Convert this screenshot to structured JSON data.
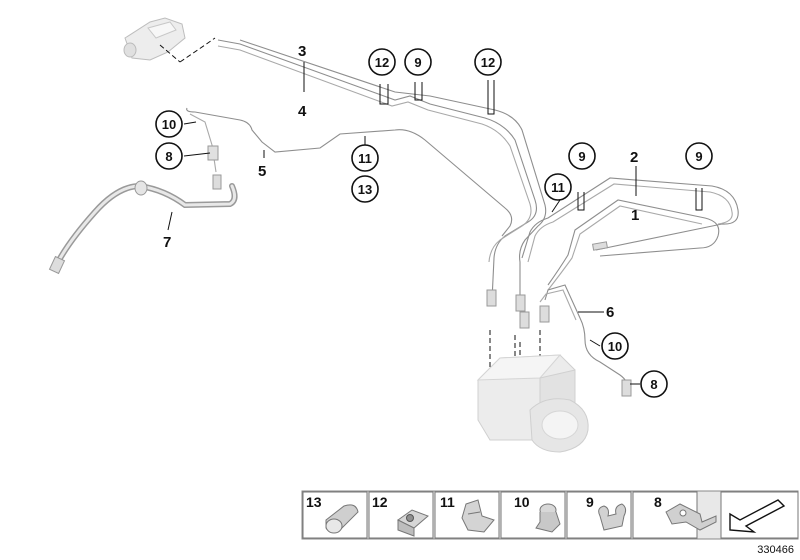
{
  "diagram": {
    "labels": {
      "l1": "1",
      "l2": "2",
      "l3": "3",
      "l4": "4",
      "l5": "5",
      "l6": "6",
      "l7": "7"
    },
    "callouts": {
      "c8a": "8",
      "c8b": "8",
      "c9a": "9",
      "c9b": "9",
      "c9c": "9",
      "c10a": "10",
      "c10b": "10",
      "c11a": "11",
      "c11b": "11",
      "c12a": "12",
      "c12b": "12",
      "c13": "13"
    }
  },
  "legend": {
    "items": [
      "13",
      "12",
      "11",
      "10",
      "9",
      "8"
    ],
    "arrow_icon": "arrow-icon"
  },
  "ref_number": "330466",
  "colors": {
    "pipe": "#8e8e8e",
    "part_fill": "#e4e4e4",
    "ink": "#111111"
  }
}
